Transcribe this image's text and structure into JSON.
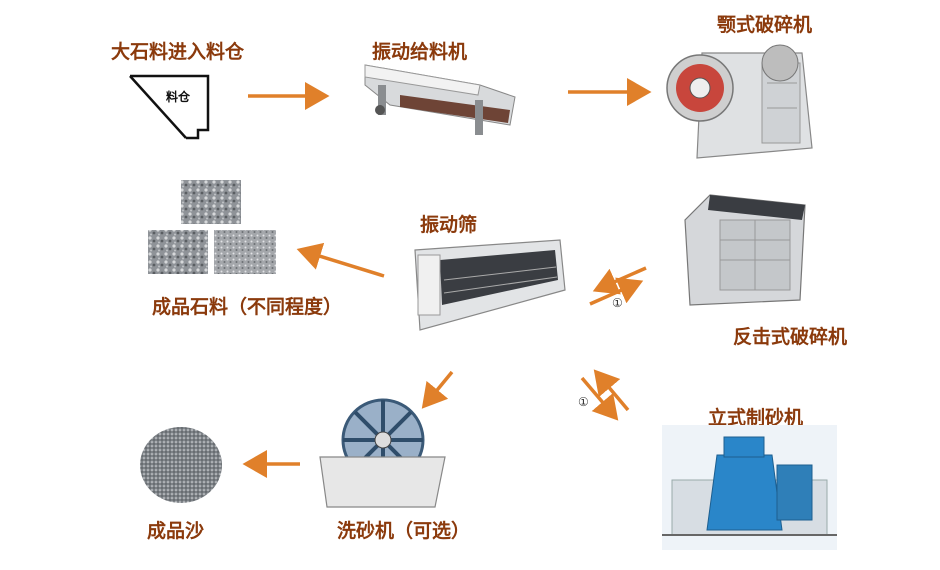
{
  "colors": {
    "label": "#8b3a0c",
    "arrow": "#e0802a",
    "steel": "#b9bdc2",
    "dark": "#3b3e43",
    "flywheel": "#c8463c",
    "blue": "#2a86c9"
  },
  "nodes": {
    "hopper": {
      "label": "大石料进入料仓",
      "inner_label": "料仓"
    },
    "feeder": {
      "label": "振动给料机"
    },
    "jaw": {
      "label": "颚式破碎机"
    },
    "impact": {
      "label": "反击式破碎机"
    },
    "screen": {
      "label": "振动筛"
    },
    "stone": {
      "label": "成品石料（不同程度）"
    },
    "vsi": {
      "label": "立式制砂机"
    },
    "washer": {
      "label": "洗砂机（可选）"
    },
    "sand": {
      "label": "成品沙"
    }
  },
  "markers": {
    "impact_loop": "①",
    "vsi_loop": "①"
  }
}
